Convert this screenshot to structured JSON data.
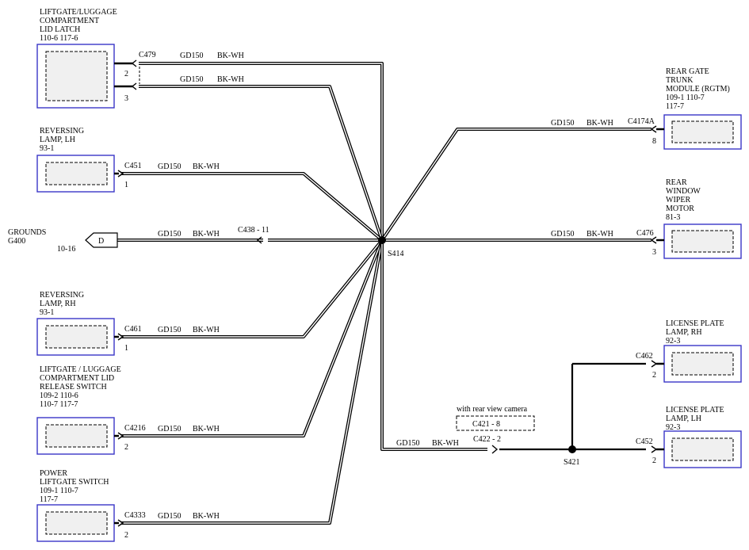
{
  "components": {
    "liftgate_latch": {
      "name_lines": [
        "LIFTGATE/LUGGAGE",
        "COMPARTMENT",
        "LID LATCH"
      ],
      "refs": "110-6  117-6"
    },
    "rev_lamp_lh": {
      "name_lines": [
        "REVERSING",
        "LAMP, LH"
      ],
      "refs": "93-1"
    },
    "grounds": {
      "name_lines": [
        "GROUNDS",
        "G400"
      ],
      "refs": "10-16",
      "symbol_letter": "D"
    },
    "rev_lamp_rh": {
      "name_lines": [
        "REVERSING",
        "LAMP, RH"
      ],
      "refs": "93-1"
    },
    "liftgate_release": {
      "name_lines": [
        "LIFTGATE / LUGGAGE",
        "COMPARTMENT LID",
        "RELEASE SWITCH",
        "109-2  110-6",
        "110-7  117-7"
      ]
    },
    "power_liftgate": {
      "name_lines": [
        "POWER",
        "LIFTGATE SWITCH",
        "109-1  110-7",
        "117-7"
      ]
    },
    "rgtm": {
      "name_lines": [
        "REAR GATE",
        "TRUNK",
        "MODULE (RGTM)",
        "109-1  110-7",
        "117-7"
      ]
    },
    "wiper_motor": {
      "name_lines": [
        "REAR",
        "WINDOW",
        "WIPER",
        "MOTOR",
        "81-3"
      ]
    },
    "lic_plate_rh": {
      "name_lines": [
        "LICENSE PLATE",
        "LAMP, RH",
        "92-3"
      ]
    },
    "lic_plate_lh": {
      "name_lines": [
        "LICENSE PLATE",
        "LAMP, LH",
        "92-3"
      ]
    }
  },
  "connectors": {
    "c479": "C479",
    "c479_pin_a": "2",
    "c479_pin_b": "3",
    "c451": "C451",
    "c451_pin": "1",
    "c438": "C438  -  11",
    "c461": "C461",
    "c461_pin": "1",
    "c4216": "C4216",
    "c4216_pin": "2",
    "c4333": "C4333",
    "c4333_pin": "2",
    "c4174a": "C4174A",
    "c4174a_pin": "8",
    "c476": "C476",
    "c476_pin": "3",
    "c462": "C462",
    "c462_pin": "2",
    "c452": "C452",
    "c452_pin": "2",
    "c422": "C422  -  2",
    "c421": "C421  -  8"
  },
  "wire": {
    "circuit": "GD150",
    "color_code": "BK-WH"
  },
  "splices": {
    "s414": "S414",
    "s421": "S421"
  },
  "option_note": "with rear view camera"
}
